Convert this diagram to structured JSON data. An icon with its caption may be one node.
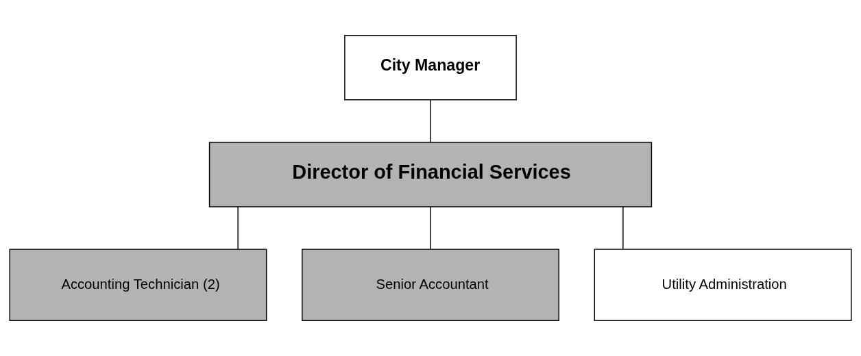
{
  "diagram": {
    "nodes": [
      {
        "text": [
          "City Manager"
        ]
      },
      {
        "text": [
          "Director of Financial Services"
        ]
      },
      {
        "text": [
          "Accounting Technician (2)"
        ]
      },
      {
        "text": [
          "Senior Accountant"
        ]
      },
      {
        "text": [
          "Utility Administration"
        ]
      }
    ],
    "edges": [
      {
        "from": 0,
        "to": 1,
        "arrow": "none"
      },
      {
        "from": 1,
        "to": 2,
        "arrow": "none"
      },
      {
        "from": 1,
        "to": 3,
        "arrow": "none"
      },
      {
        "from": 1,
        "to": 4,
        "arrow": "none"
      }
    ]
  }
}
